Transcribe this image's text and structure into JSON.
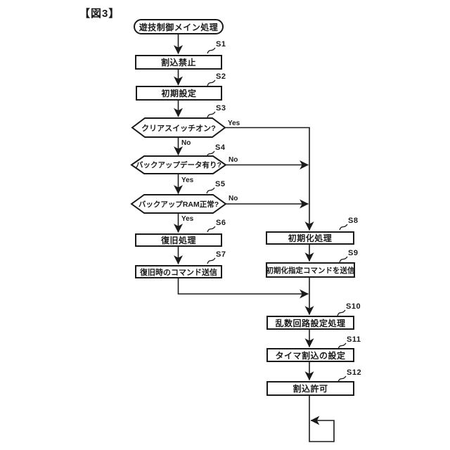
{
  "figure": {
    "title": "【図3】",
    "start_label": "遊技制御メイン処理",
    "branch_labels": {
      "yes": "Yes",
      "no": "No"
    },
    "steps": [
      {
        "id": "S1",
        "label": "割込禁止",
        "type": "process"
      },
      {
        "id": "S2",
        "label": "初期設定",
        "type": "process"
      },
      {
        "id": "S3",
        "label": "クリアスイッチオン?",
        "type": "decision"
      },
      {
        "id": "S4",
        "label": "バックアップデータ有り?",
        "type": "decision"
      },
      {
        "id": "S5",
        "label": "バックアップRAM正常?",
        "type": "decision"
      },
      {
        "id": "S6",
        "label": "復旧処理",
        "type": "process"
      },
      {
        "id": "S7",
        "label": "復旧時のコマンド送信",
        "type": "process"
      },
      {
        "id": "S8",
        "label": "初期化処理",
        "type": "process"
      },
      {
        "id": "S9",
        "label": "初期化指定コマンドを送信",
        "type": "process"
      },
      {
        "id": "S10",
        "label": "乱数回路設定処理",
        "type": "process"
      },
      {
        "id": "S11",
        "label": "タイマ割込の設定",
        "type": "process"
      },
      {
        "id": "S12",
        "label": "割込許可",
        "type": "process"
      }
    ],
    "edges": [
      {
        "from": "start",
        "to": "S1"
      },
      {
        "from": "S1",
        "to": "S2"
      },
      {
        "from": "S2",
        "to": "S3"
      },
      {
        "from": "S3",
        "to": "S4",
        "label": "No"
      },
      {
        "from": "S3",
        "to": "S8",
        "label": "Yes"
      },
      {
        "from": "S4",
        "to": "S5",
        "label": "Yes"
      },
      {
        "from": "S4",
        "to": "S8",
        "label": "No"
      },
      {
        "from": "S5",
        "to": "S6",
        "label": "Yes"
      },
      {
        "from": "S5",
        "to": "S8",
        "label": "No"
      },
      {
        "from": "S6",
        "to": "S7"
      },
      {
        "from": "S7",
        "to": "S10"
      },
      {
        "from": "S8",
        "to": "S9"
      },
      {
        "from": "S9",
        "to": "S10"
      },
      {
        "from": "S10",
        "to": "S11"
      },
      {
        "from": "S11",
        "to": "S12"
      },
      {
        "from": "S12",
        "to": "loop"
      }
    ],
    "colors": {
      "line": "#1a1a1a",
      "background": "#ffffff"
    }
  }
}
